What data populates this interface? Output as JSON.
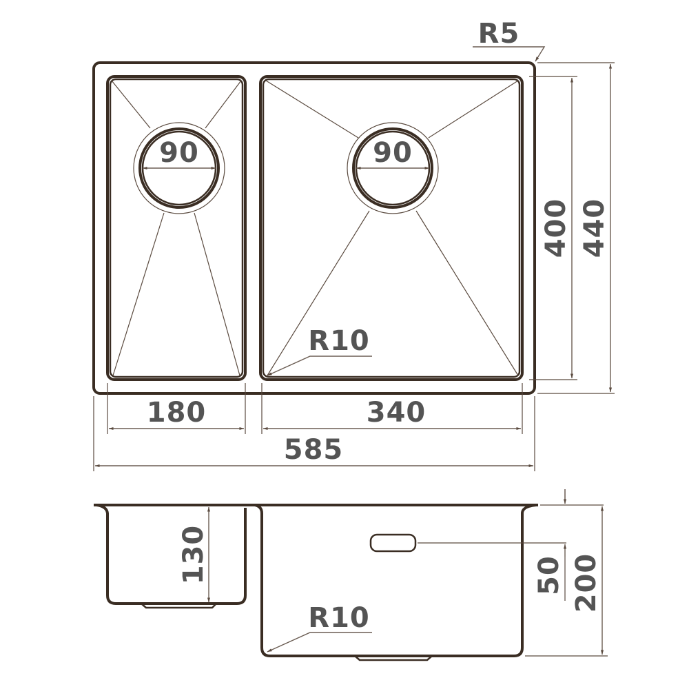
{
  "top_view": {
    "corner_radius_label": "R5",
    "left_drain_label": "90",
    "right_drain_label": "90",
    "inner_radius_label": "R10",
    "left_bowl_width_label": "180",
    "right_bowl_width_label": "340",
    "overall_width_label": "585",
    "bowl_length_label": "400",
    "overall_length_label": "440"
  },
  "side_view": {
    "left_bowl_depth_label": "130",
    "overflow_offset_label": "50",
    "right_bowl_depth_label": "200",
    "inner_radius_label": "R10"
  },
  "colors": {
    "outline": "#3a2d23",
    "dimension_line": "#6b5d53",
    "label_text": "#545454"
  }
}
